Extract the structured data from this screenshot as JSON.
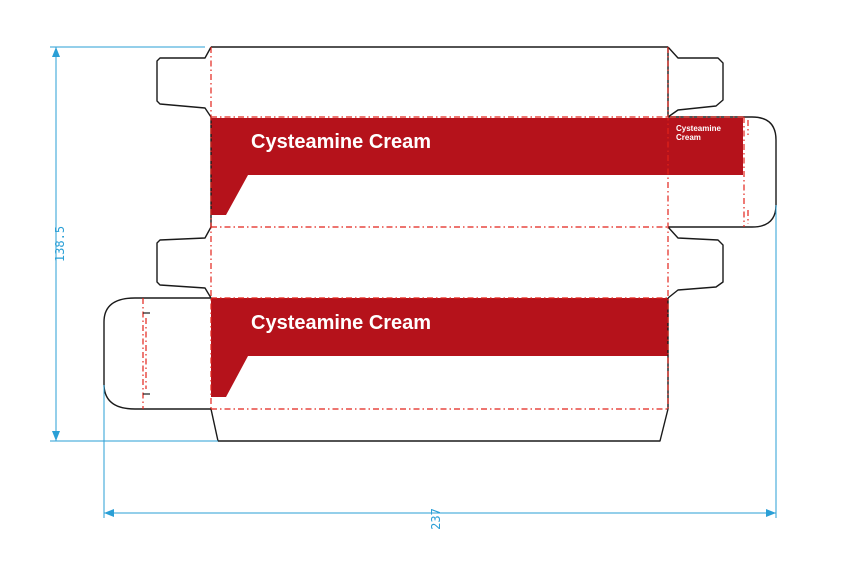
{
  "dimensions": {
    "height_label": "138.5",
    "width_label": "237"
  },
  "front_panel": {
    "product_name": "Cysteamine Cream"
  },
  "back_panel": {
    "product_name": "Cysteamine Cream"
  },
  "side_panel": {
    "product_name_line1": "Cysteamine",
    "product_name_line2": "Cream"
  },
  "colors": {
    "brand_red": "#B5121B",
    "cut_line": "#1a1a1a",
    "fold_line": "#e2231a",
    "dimension_line": "#2a9fd6"
  }
}
